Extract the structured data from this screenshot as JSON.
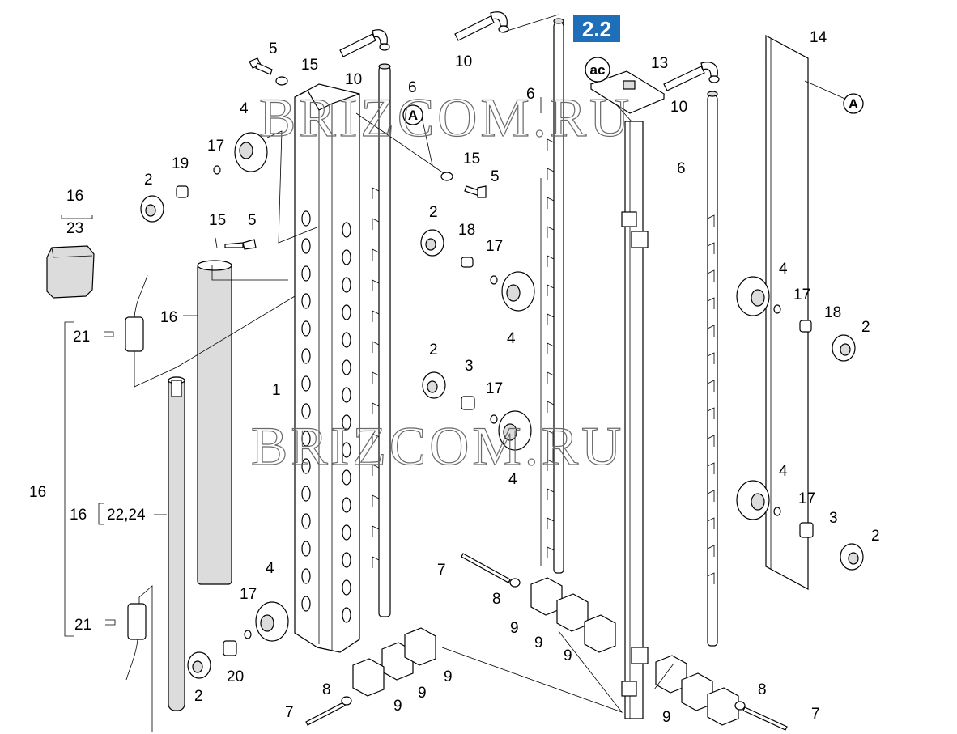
{
  "section_badge": "2.2",
  "watermark": "BRIZCOM.RU",
  "tags": {
    "ref_a": "A",
    "ref_ac": "ac"
  },
  "labels": {
    "l1": "1",
    "l2a": "2",
    "l2b": "2",
    "l2c": "2",
    "l2d": "2",
    "l2e": "2",
    "l2f": "2",
    "l3a": "3",
    "l3b": "3",
    "l4a": "4",
    "l4b": "4",
    "l4c": "4",
    "l4d": "4",
    "l4e": "4",
    "l4f": "4",
    "l5a": "5",
    "l5b": "5",
    "l5c": "5",
    "l6a": "6",
    "l6b": "6",
    "l6c": "6",
    "l7a": "7",
    "l7b": "7",
    "l7c": "7",
    "l8a": "8",
    "l8b": "8",
    "l8c": "8",
    "l9a": "9",
    "l9b": "9",
    "l9c": "9",
    "l9d": "9",
    "l9e": "9",
    "l9f": "9",
    "l9g": "9",
    "l10a": "10",
    "l10b": "10",
    "l10c": "10",
    "l13": "13",
    "l14": "14",
    "l15a": "15",
    "l15b": "15",
    "l15c": "15",
    "l16a": "16",
    "l16b": "16",
    "l16c": "16",
    "l16d": "16",
    "l17a": "17",
    "l17b": "17",
    "l17c": "17",
    "l17d": "17",
    "l17e": "17",
    "l17f": "17",
    "l18a": "18",
    "l18b": "18",
    "l19": "19",
    "l20": "20",
    "l21a": "21",
    "l21b": "21",
    "l2224": "22,24",
    "l23": "23"
  },
  "colors": {
    "badge": "#1f6fb8",
    "line": "#000000",
    "watermark": "#6a6a6a"
  }
}
